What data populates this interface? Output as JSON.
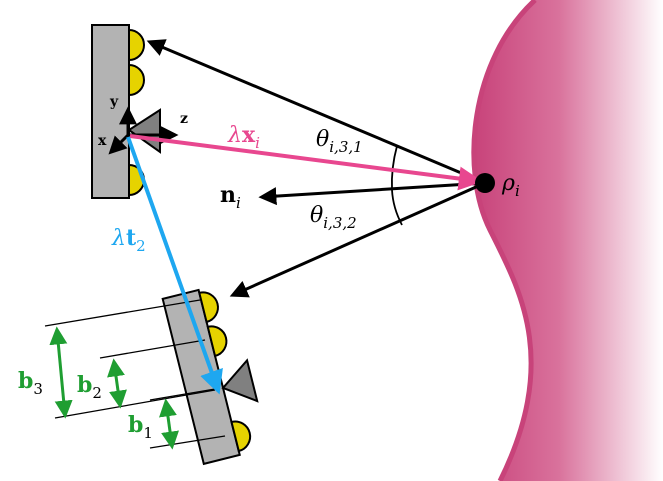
{
  "labels": {
    "lambda_x": {
      "main": "λ",
      "bold": "x",
      "sub": "i"
    },
    "lambda_t": {
      "main": "λ",
      "bold": "t",
      "sub": "2"
    },
    "theta1": {
      "main": "θ",
      "sub": "i,3,1"
    },
    "theta2": {
      "main": "θ",
      "sub": "i,3,2"
    },
    "normal": {
      "bold": "n",
      "sub": "i"
    },
    "rho": {
      "main": "ρ",
      "sub": "i"
    },
    "b1": {
      "bold": "b",
      "sub": "1"
    },
    "b2": {
      "bold": "b",
      "sub": "2"
    },
    "b3": {
      "bold": "b",
      "sub": "3"
    },
    "axis_x": "x",
    "axis_y": "y",
    "axis_z": "z"
  },
  "colors": {
    "surface": "#c8437a",
    "magenta_ray": "#e8478f",
    "blue_ray": "#1ea7f0",
    "green_baseline": "#1f9e32",
    "mirror": "#b3b3b3",
    "lens": "#e6d300",
    "black": "#000000"
  },
  "icons": {
    "camera_upper": "camera-rig-icon",
    "camera_lower": "camera-rig-icon",
    "point": "surface-point-icon"
  }
}
